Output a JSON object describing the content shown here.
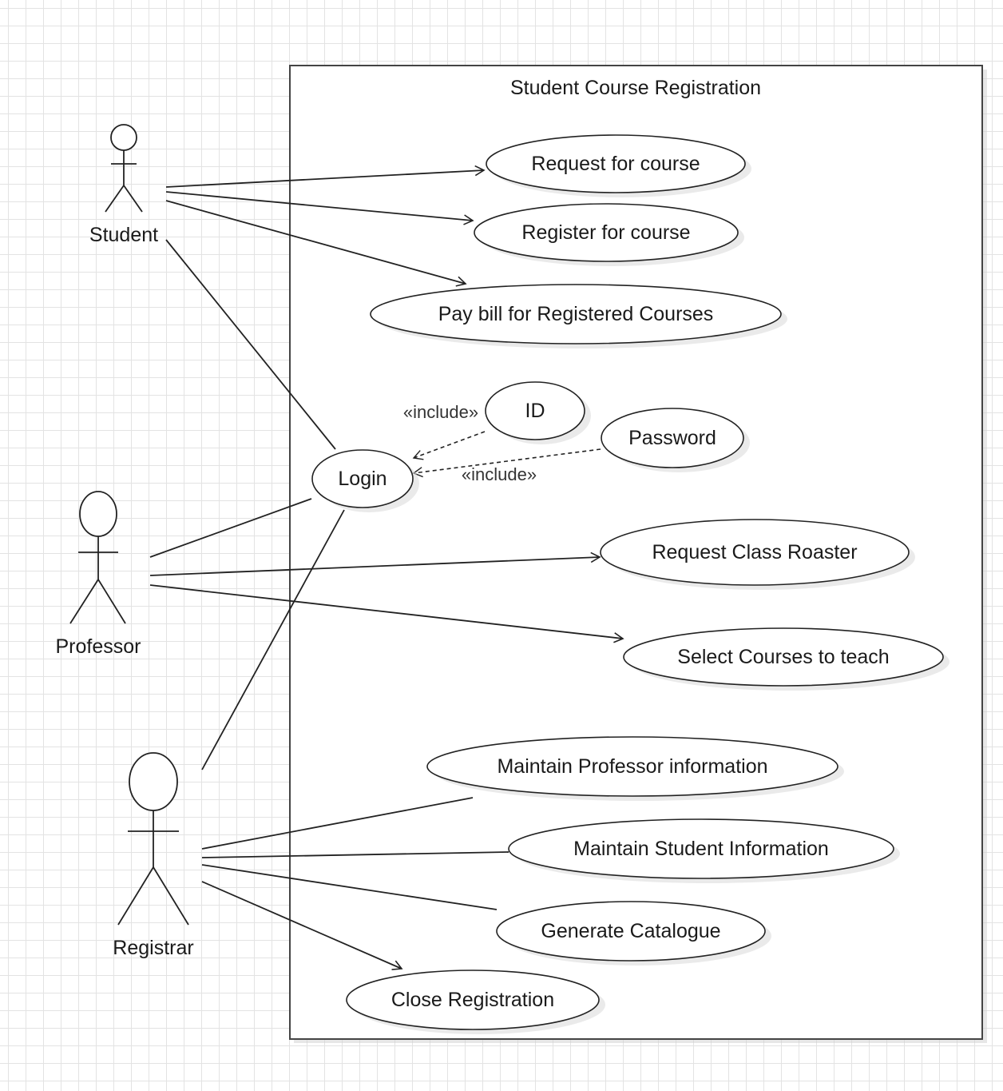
{
  "diagram": {
    "system_boundary_title": "Student Course Registration",
    "actors": {
      "student": "Student",
      "professor": "Professor",
      "registrar": "Registrar"
    },
    "use_cases": {
      "request_for_course": "Request for course",
      "register_for_course": "Register for course",
      "pay_bill": "Pay bill for Registered Courses",
      "id": "ID",
      "password": "Password",
      "login": "Login",
      "request_class_roaster": "Request Class Roaster",
      "select_courses_to_teach": "Select Courses to teach",
      "maintain_professor_information": "Maintain Professor information",
      "maintain_student_information": "Maintain Student Information",
      "generate_catalogue": "Generate Catalogue",
      "close_registration": "Close Registration"
    },
    "relationships": {
      "include_id": "«include»",
      "include_password": "«include»"
    }
  }
}
